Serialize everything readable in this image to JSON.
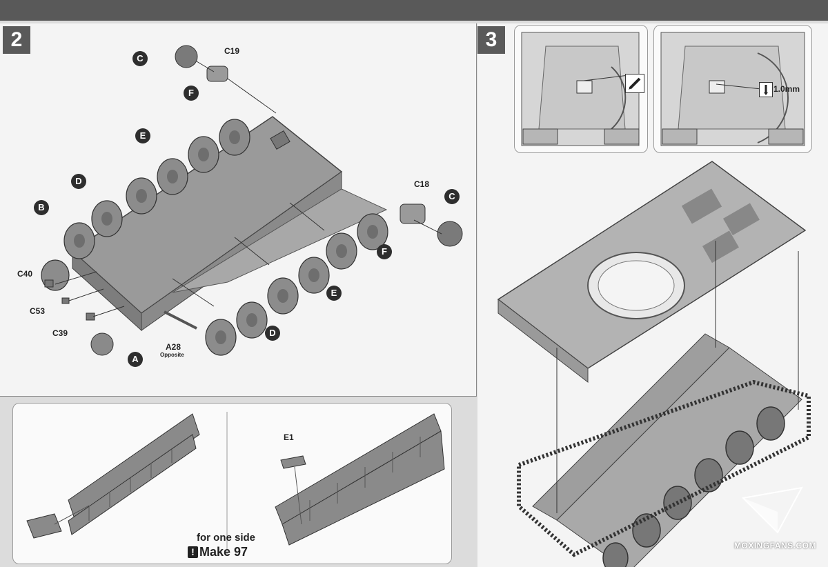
{
  "step2": {
    "number": "2",
    "labels": {
      "c_top": "C",
      "c19": "C19",
      "f_top": "F",
      "e_top": "E",
      "d_top": "D",
      "b": "B",
      "c40": "C40",
      "c53": "C53",
      "c39": "C39",
      "a": "A",
      "a28": "A28",
      "a28_sub": "Opposite",
      "c18": "C18",
      "c_right": "C",
      "f_right": "F",
      "e_right": "E",
      "d_bottom": "D"
    }
  },
  "tracks": {
    "e1": "E1",
    "note_line1": "for one side",
    "note_make_icon": "!",
    "note_make": "Make 97"
  },
  "step3": {
    "number": "3",
    "drill_size": "1.0mm"
  },
  "watermark": "MOXINGFANS.COM"
}
